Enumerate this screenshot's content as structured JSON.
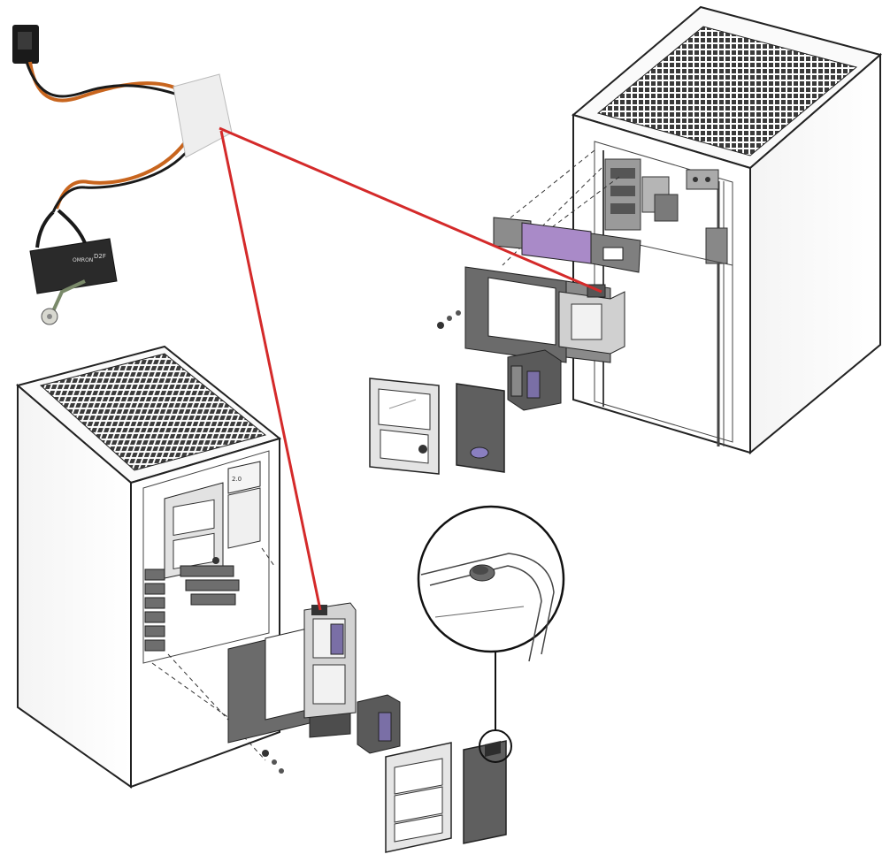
{
  "colors": {
    "background": "#ffffff",
    "callout_line": "#d42a2a",
    "cabinet_line": "#222222",
    "part_dark": "#6b6b6b",
    "part_mid": "#8f8f8f",
    "part_light": "#d8d8d8",
    "highlight_purple": "#a98ac8",
    "cable_orange": "#c8651e",
    "cable_black": "#1a1a1a",
    "tape_white": "#eeeeee"
  },
  "icons": {
    "switch": "micro-switch-with-cable-icon",
    "cabinet": "rack-cabinet-icon",
    "detail": "magnifier-detail-icon"
  },
  "switch_label": {
    "line1": "OMRON",
    "line2": "D2F"
  },
  "panel_display": "2.0"
}
